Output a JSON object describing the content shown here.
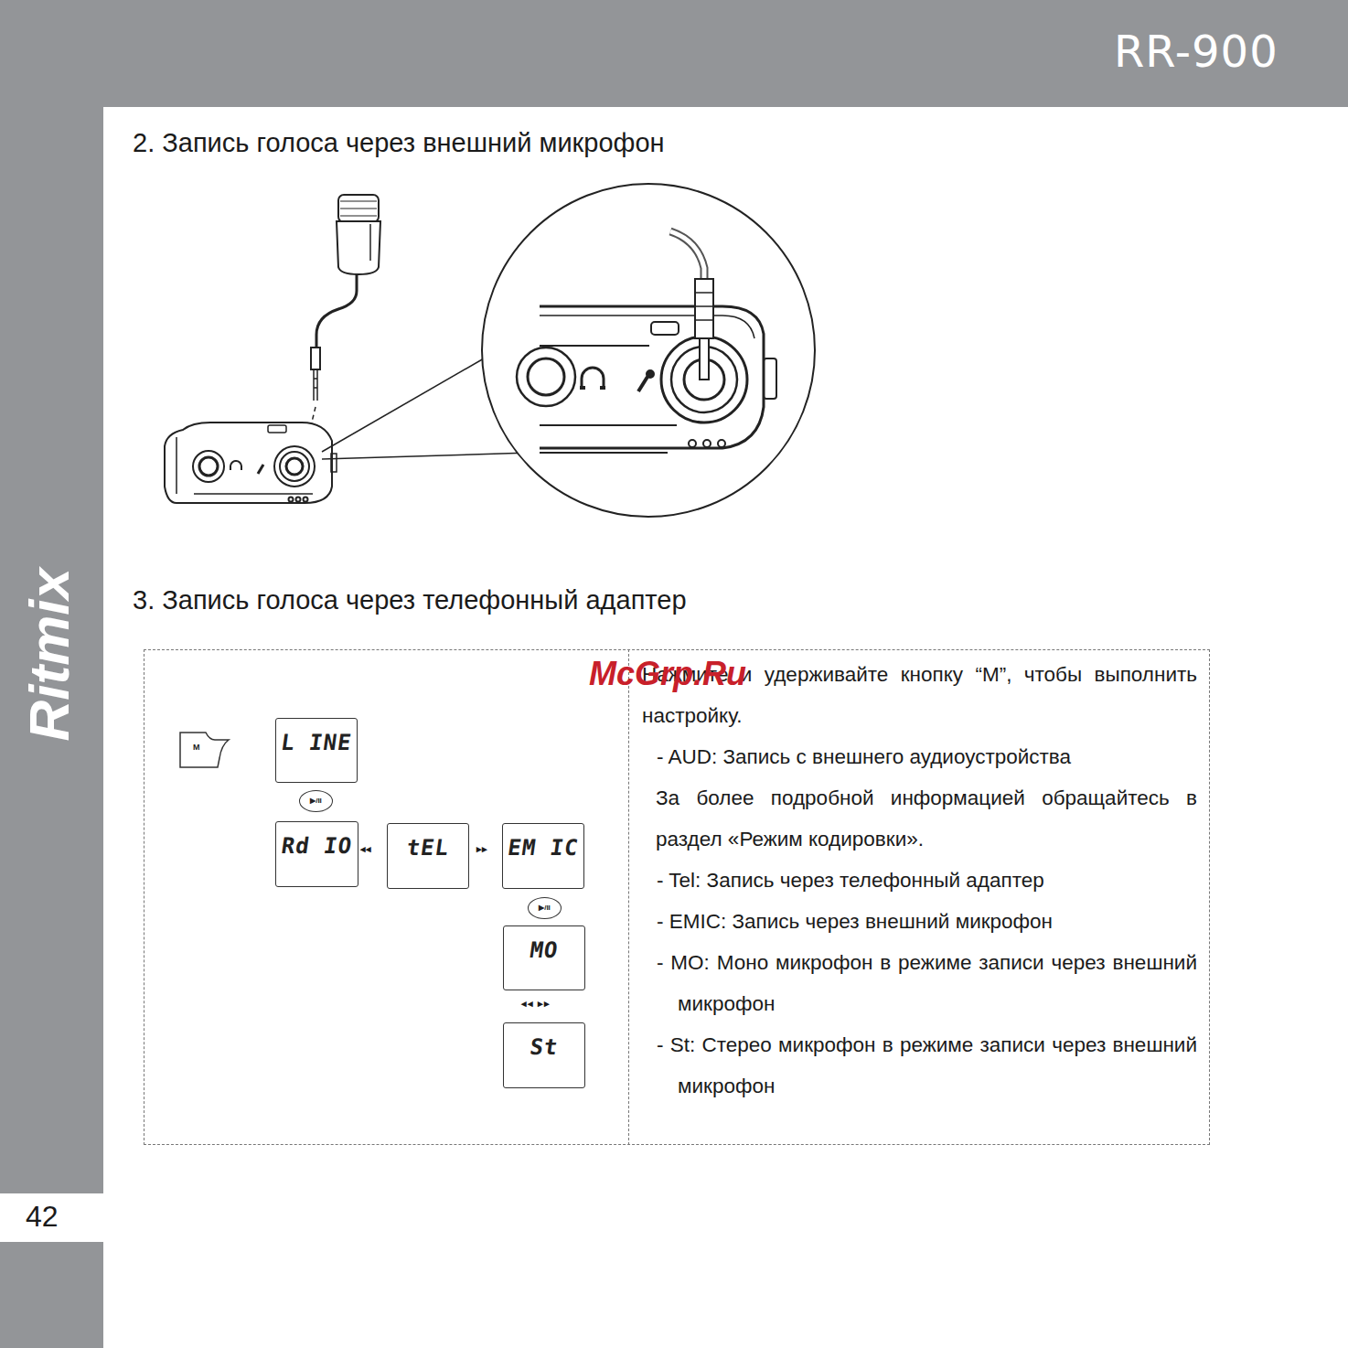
{
  "diagram": {
    "title": "2. Запись голоса через внешний микрофон",
    "nodes": [
      {
        "text": [
          "M"
        ]
      },
      {
        "text": [
          "L INE"
        ]
      },
      {
        "text": [
          "▶/II"
        ]
      },
      {
        "text": [
          "Rd IO"
        ]
      },
      {
        "text": [
          "tEL"
        ]
      },
      {
        "text": [
          "EM IC"
        ]
      },
      {
        "text": [
          "▶/II"
        ]
      },
      {
        "text": [
          "MO"
        ]
      },
      {
        "text": [
          "St"
        ]
      }
    ],
    "labels": [
      "RR-900",
      "Ritmix",
      "42",
      "3. Запись голоса через телефонный адаптер",
      "◂◂",
      "▸▸",
      "◂◂ ▸▸",
      "Нажмите и удерживайте кнопку “M”, чтобы выполнить настройку.",
      "- AUD: Запись с внешнего аудиоустройства",
      "За более подробной информацией обращайтесь в раздел «Режим кодировки».",
      "- Tel: Запись через телефонный адаптер",
      "- EMIC: Запись через внешний микрофон",
      "- MO: Моно микрофон в режиме записи через внешний микрофон",
      "- St: Стерео микрофон в режиме записи через внешний микрофон",
      "McGrp.Ru"
    ]
  }
}
